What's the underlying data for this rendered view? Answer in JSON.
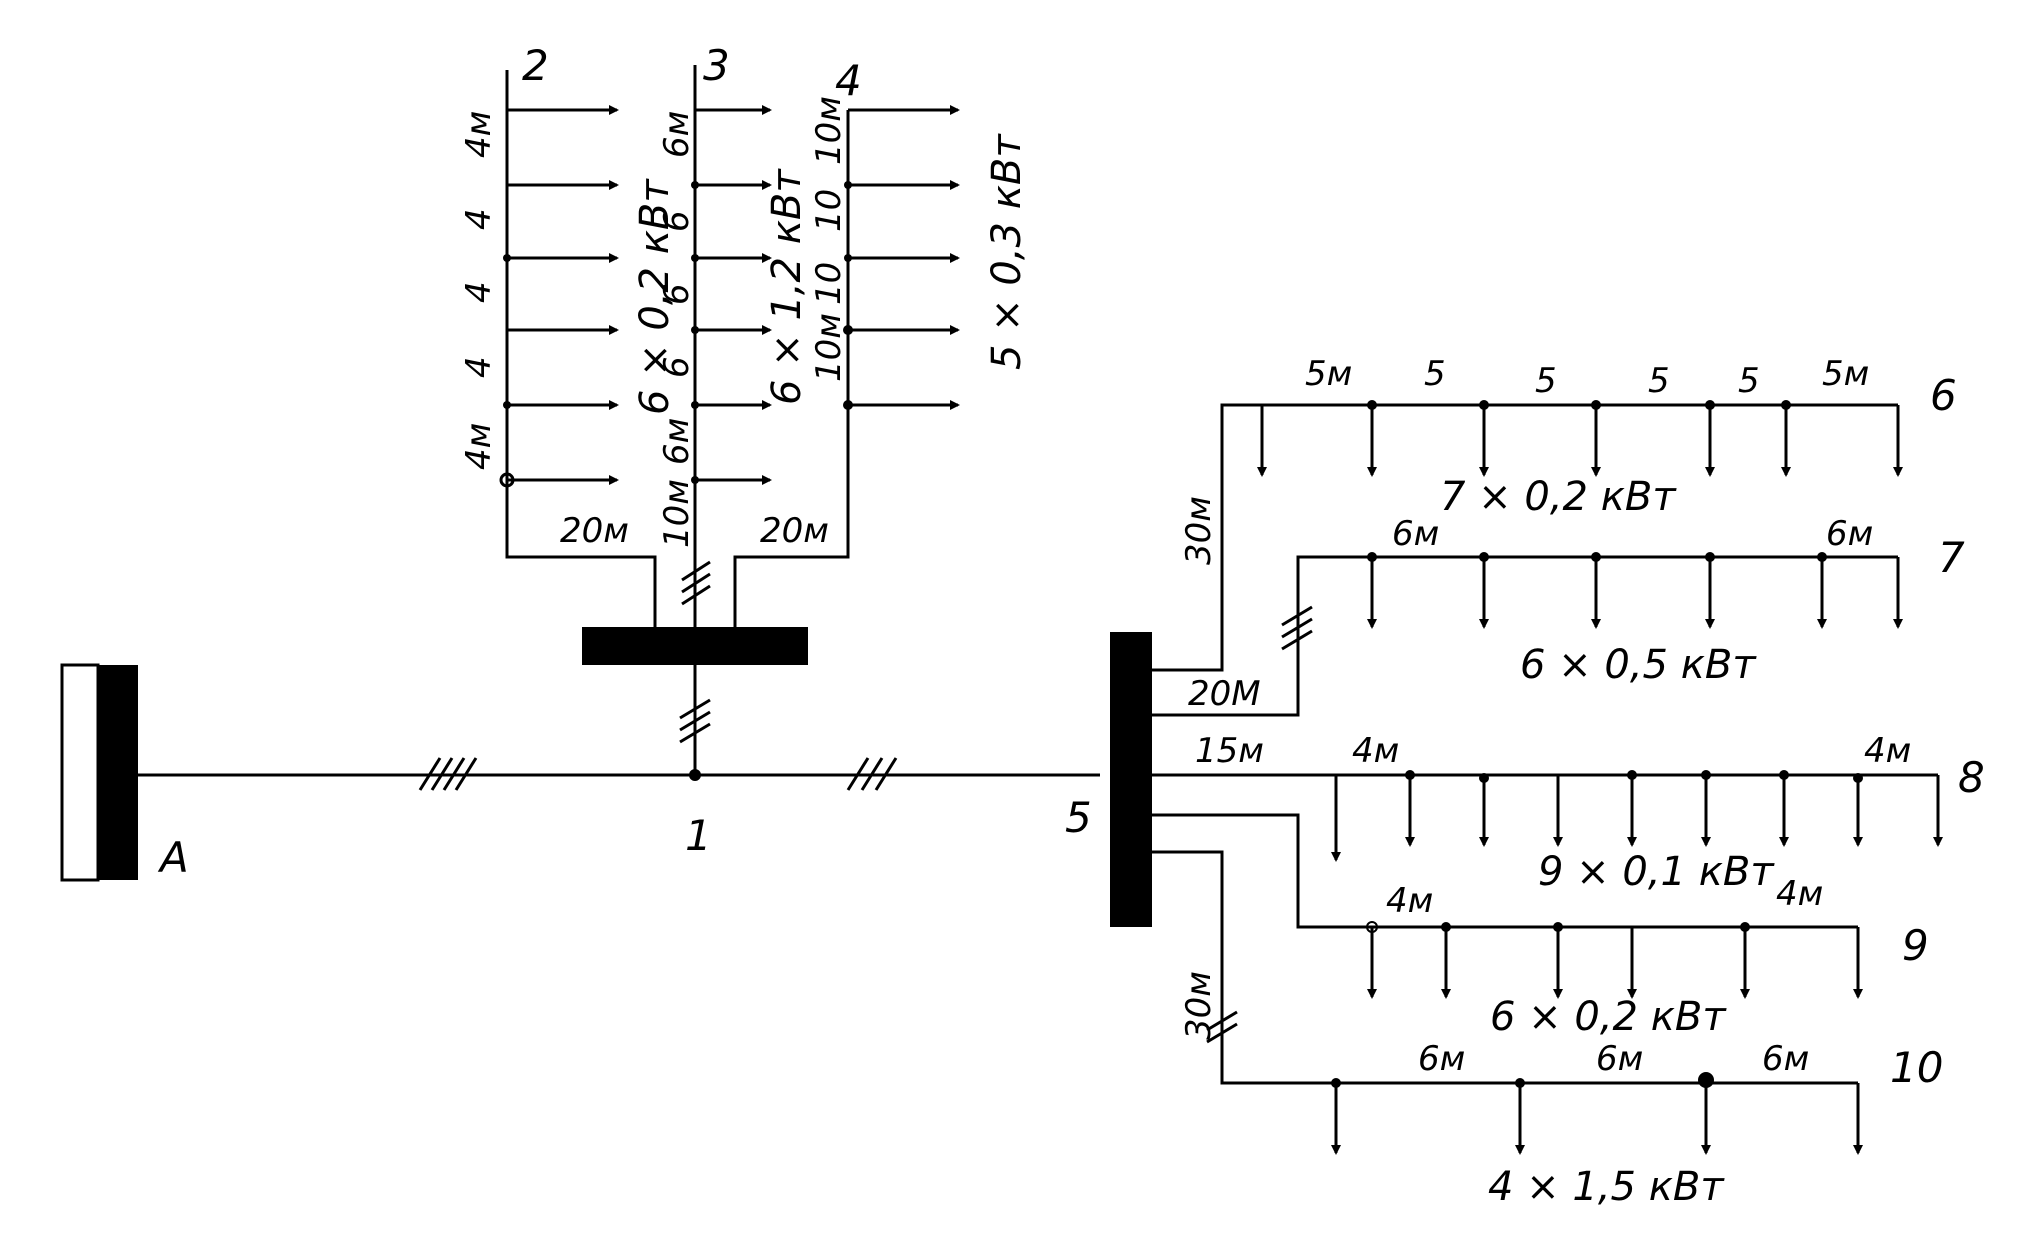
{
  "source": {
    "label": "А"
  },
  "nodes": {
    "n1": "1",
    "n5": "5"
  },
  "upper": {
    "branch2": {
      "number": "2",
      "spacings": [
        "4м",
        "4",
        "4",
        "4",
        "4м"
      ],
      "feeder_length": "20м",
      "load": "6 × 0,2 кВт"
    },
    "branch3": {
      "number": "3",
      "spacings": [
        "6м",
        "6",
        "6",
        "6",
        "6м"
      ],
      "feeder_length": "10м",
      "load": "6 × 1,2 кВт"
    },
    "branch4": {
      "number": "4",
      "spacings": [
        "10м",
        "10",
        "10",
        "10м"
      ],
      "feeder_length": "20м",
      "load": "5 × 0,3 кВт"
    }
  },
  "right": {
    "branch6": {
      "number": "6",
      "feeder_length": "30м",
      "spacings": [
        "5м",
        "5",
        "5",
        "5",
        "5",
        "5м"
      ],
      "load": "7 × 0,2 кВт"
    },
    "branch7": {
      "number": "7",
      "feeder_length": "20М",
      "spacings": [
        "6м",
        "6м"
      ],
      "load": "6 × 0,5 кВт"
    },
    "branch8": {
      "number": "8",
      "feeder_length": "15м",
      "spacings": [
        "4м",
        "4м"
      ],
      "load": "9 × 0,1 кВт"
    },
    "branch9": {
      "number": "9",
      "spacings": [
        "4м",
        "4м"
      ],
      "load": "6 × 0,2 кВт"
    },
    "branch10": {
      "number": "10",
      "feeder_length": "30м",
      "spacings": [
        "6м",
        "6м",
        "6м"
      ],
      "load": "4 × 1,5 кВт"
    }
  }
}
